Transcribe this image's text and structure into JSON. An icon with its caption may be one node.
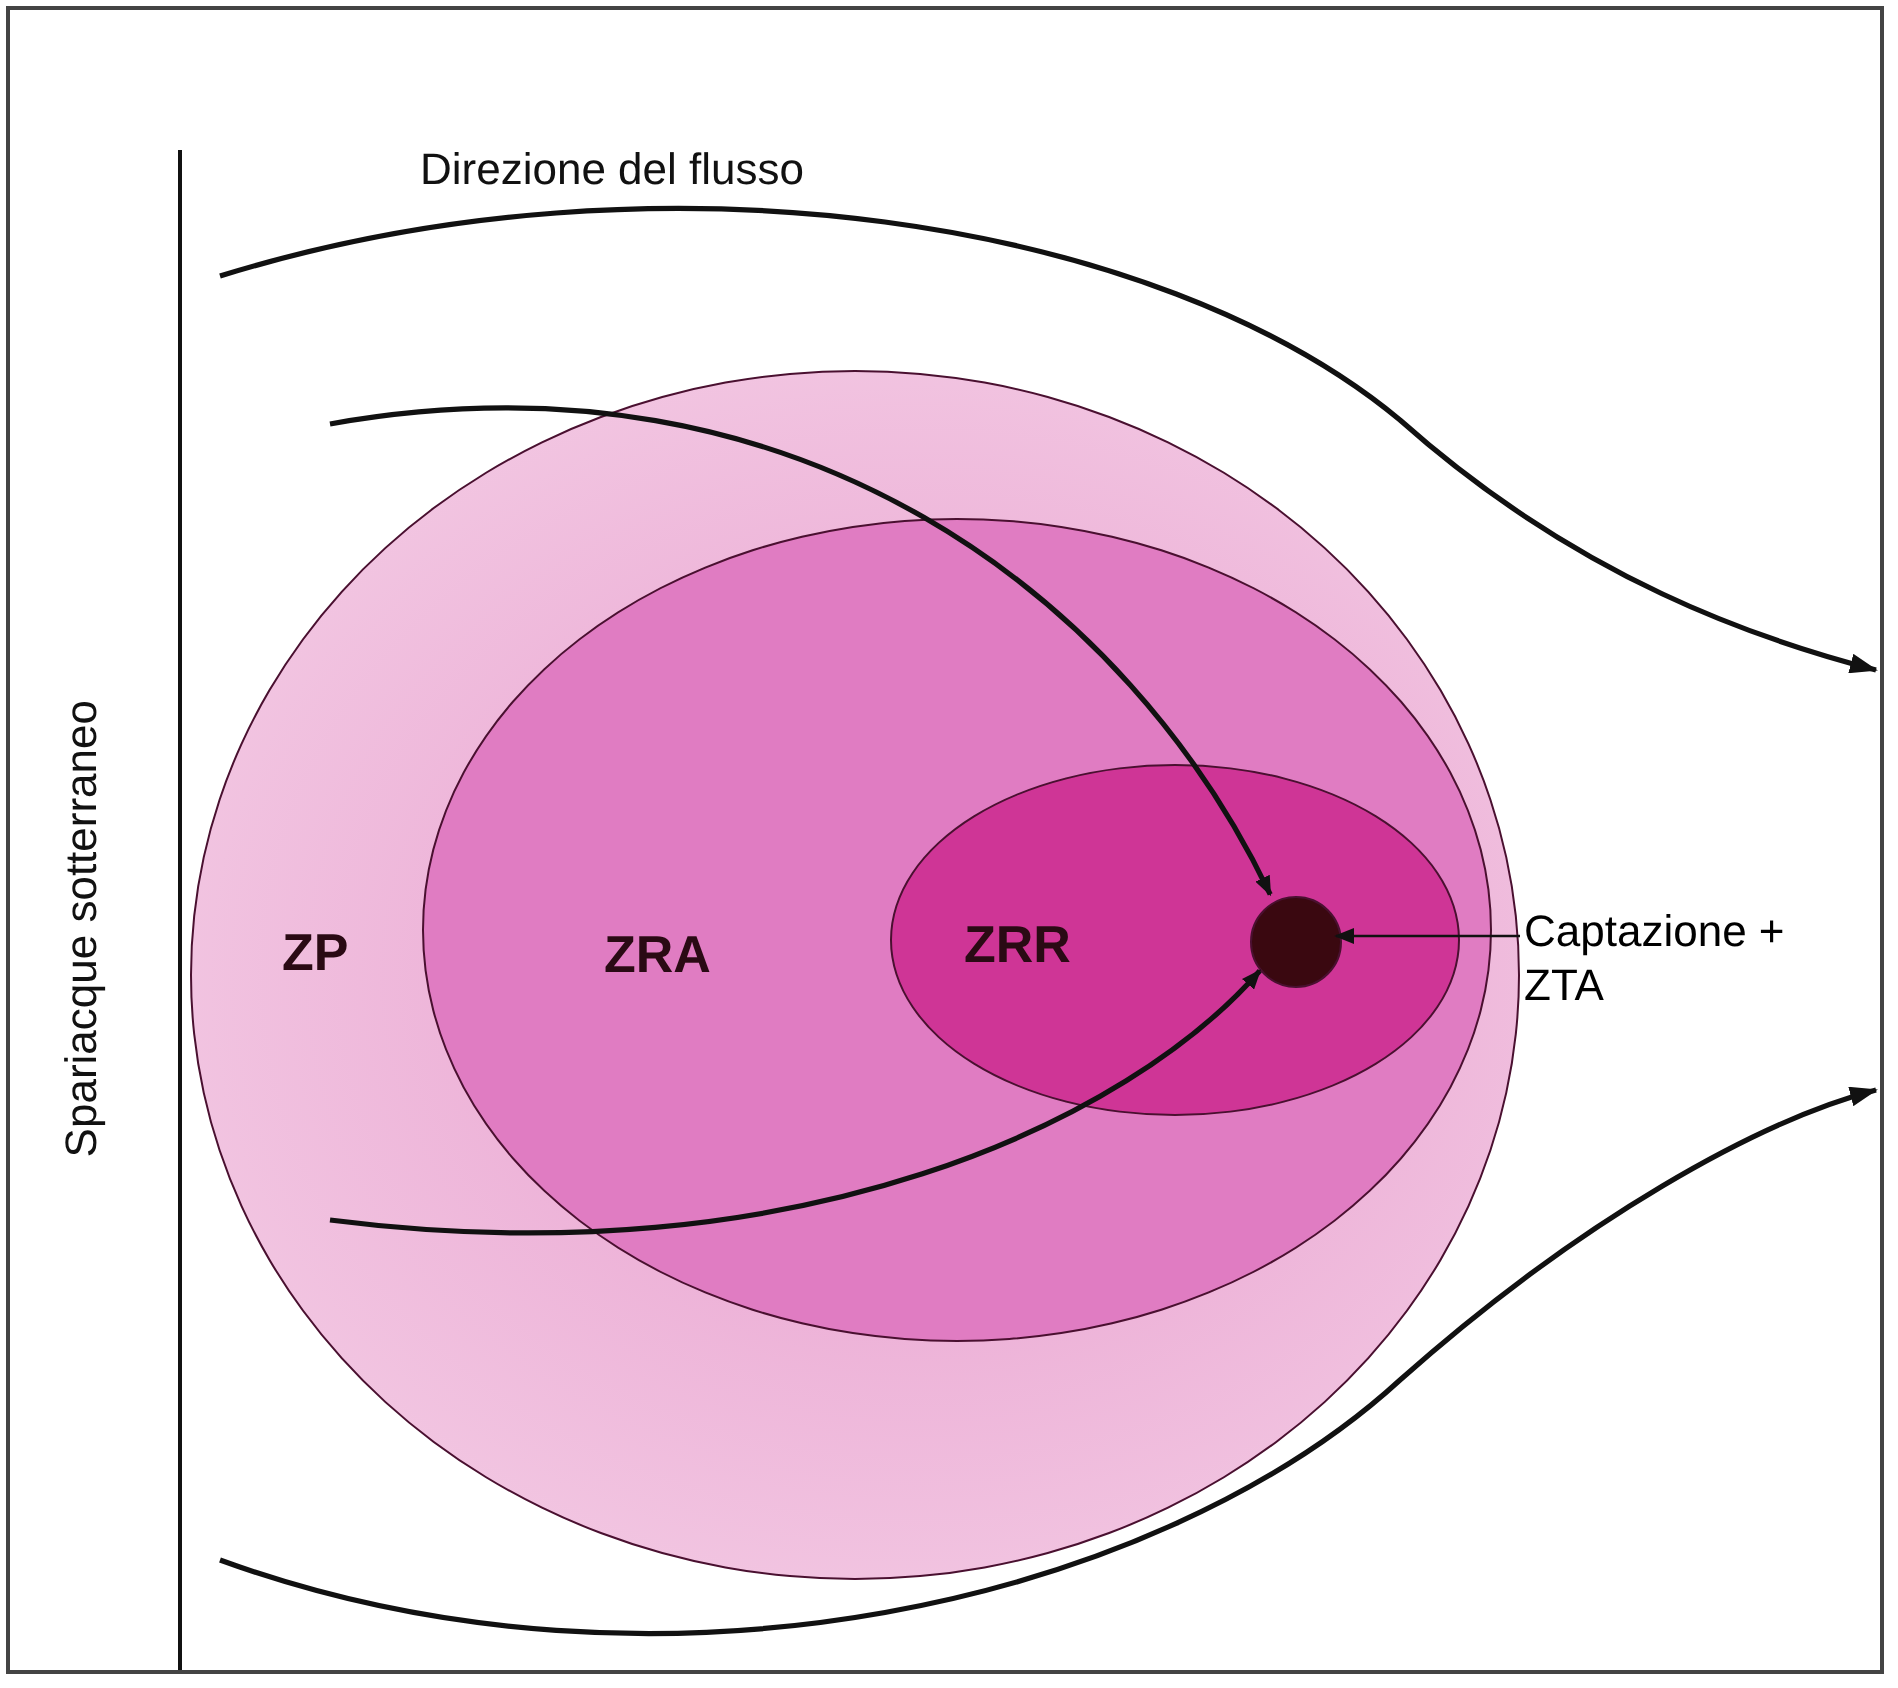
{
  "diagram": {
    "nodes": [
      {
        "text": [
          "ZP"
        ]
      },
      {
        "text": [
          "ZRA"
        ],
        "in": 0
      },
      {
        "text": [
          "ZRR"
        ],
        "in": 1
      },
      {
        "text": [],
        "shape": "circle",
        "in": 2
      },
      {
        "text": [
          "Captazione + ZTA"
        ]
      }
    ],
    "edges": [
      {
        "from": null,
        "to": 3,
        "arrow": "to"
      },
      {
        "from": null,
        "to": 3,
        "arrow": "to"
      },
      {
        "from": 4,
        "to": 3,
        "arrow": "to"
      }
    ],
    "labels": [
      "Direzione del flusso",
      "Spariacque sotterraneo"
    ]
  }
}
